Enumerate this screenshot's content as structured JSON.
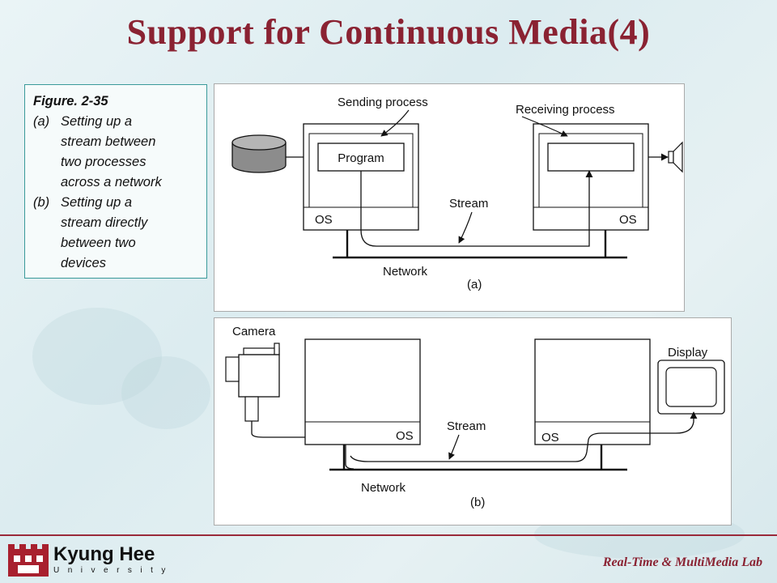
{
  "title": "Support for Continuous Media(4)",
  "caption": {
    "heading": "Figure. 2-35",
    "items": [
      {
        "label": "(a)",
        "lines": [
          "Setting up a",
          "stream between",
          "two processes",
          "across a network"
        ]
      },
      {
        "label": "(b)",
        "lines": [
          "Setting up a",
          "stream directly",
          "between two",
          "devices"
        ]
      }
    ]
  },
  "diagram_a": {
    "sending_process": "Sending process",
    "receiving_process": "Receiving process",
    "program": "Program",
    "os_left": "OS",
    "os_right": "OS",
    "stream": "Stream",
    "network": "Network",
    "panel_label": "(a)"
  },
  "diagram_b": {
    "camera": "Camera",
    "display": "Display",
    "os_left": "OS",
    "os_right": "OS",
    "stream": "Stream",
    "network": "Network",
    "panel_label": "(b)"
  },
  "footer": {
    "university": "Kyung Hee",
    "university_sub": "University",
    "lab": "Real-Time & MultiMedia Lab"
  },
  "colors": {
    "title": "#8a2232",
    "caption_border": "#3a9a9a",
    "footer_line": "#9a2a3a"
  }
}
